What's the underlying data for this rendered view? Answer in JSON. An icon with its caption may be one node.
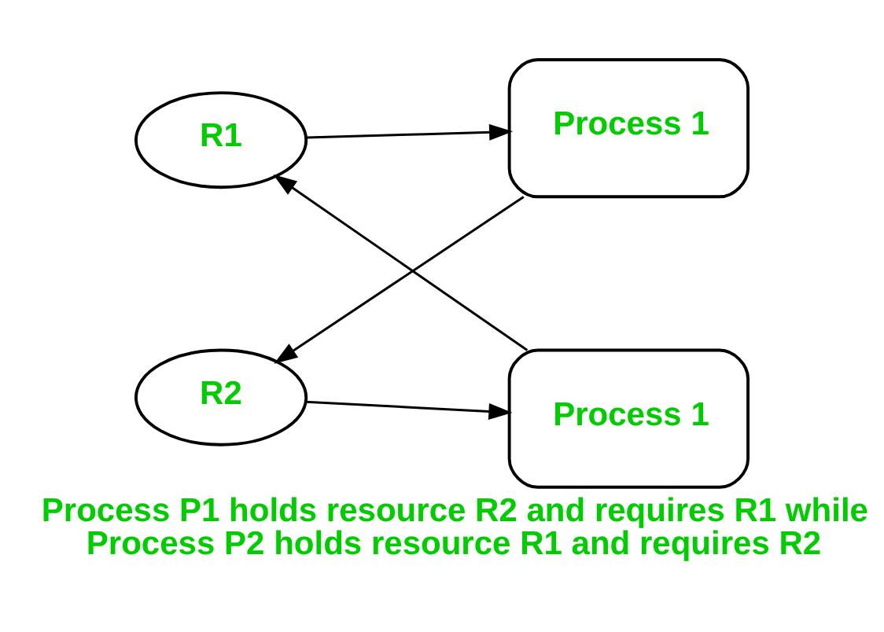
{
  "diagram": {
    "caption": "Process P1 holds resource R2 and requires R1 while Process P2 holds resource R1 and requires R2",
    "nodes": [
      {
        "text": [
          "R1"
        ]
      },
      {
        "text": [
          "Process 1"
        ]
      },
      {
        "text": [
          "Process 1"
        ]
      },
      {
        "text": [
          "R2"
        ]
      }
    ],
    "edges": [
      {
        "from": 1,
        "to": 0,
        "arrow": "to"
      },
      {
        "from": 0,
        "to": 2,
        "arrow": "to"
      },
      {
        "from": 2,
        "to": 3,
        "arrow": "to"
      },
      {
        "from": 3,
        "to": 1,
        "arrow": "to"
      }
    ]
  }
}
